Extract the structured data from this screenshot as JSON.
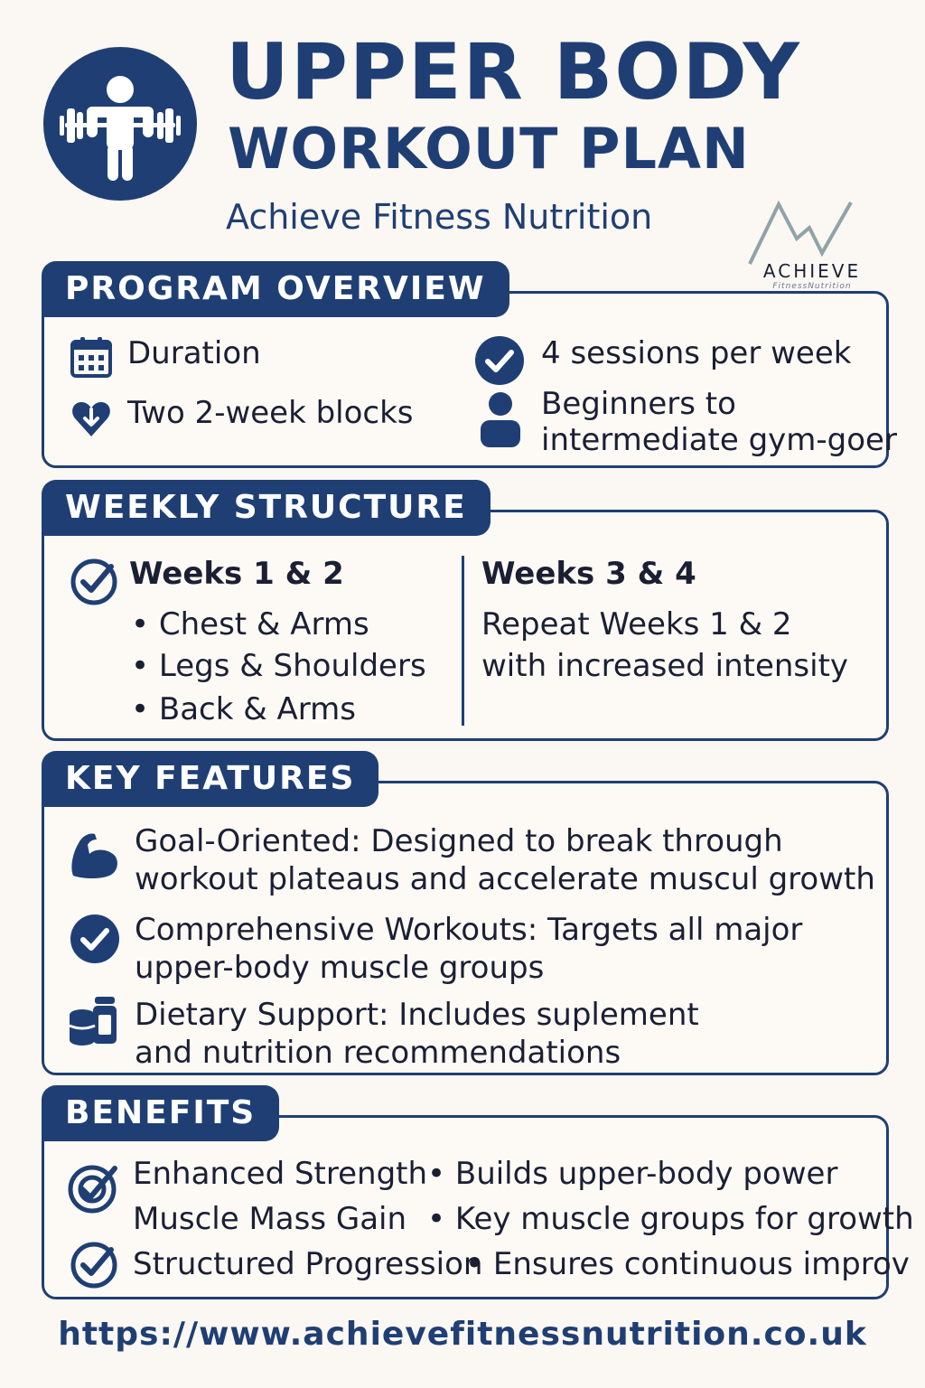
{
  "header": {
    "title_line1": "UPPER BODY",
    "title_line2": "WORKOUT PLAN",
    "subtitle": "Achieve Fitness Nutrition",
    "brand_name": "ACHIEVE",
    "brand_tagline": "FitnessNutrition"
  },
  "overview": {
    "heading": "PROGRAM OVERVIEW",
    "duration_label": "Duration",
    "duration_value": "Two 2-week blocks",
    "sessions": "4 sessions per week",
    "audience_line1": "Beginners to",
    "audience_line2": "intermediate gym-goer"
  },
  "weekly": {
    "heading": "WEEKLY STRUCTURE",
    "block1_title": "Weeks 1 & 2",
    "block1_items": [
      "• Chest & Arms",
      "• Legs & Shoulders",
      "• Back & Arms"
    ],
    "block2_title": "Weeks 3 & 4",
    "block2_line1": "Repeat Weeks 1 & 2",
    "block2_line2": "with increased intensity"
  },
  "features": {
    "heading": "KEY FEATURES",
    "items": [
      {
        "line1": "Goal-Oriented: Designed to break through",
        "line2": "workout plateaus and accelerate muscul growth"
      },
      {
        "line1": "Comprehensive Workouts: Targets all major",
        "line2": "upper-body muscle groups"
      },
      {
        "line1": "Dietary Support: Includes suplement",
        "line2": "and nutrition recommendations"
      }
    ]
  },
  "benefits": {
    "heading": "BENEFITS",
    "rows": [
      {
        "name": "Enhanced Strength",
        "detail": "• Builds upper-body power"
      },
      {
        "name": "Muscle Mass Gain",
        "detail": "• Key muscle groups for growth"
      },
      {
        "name": "Structured Progression",
        "detail": "• Ensures continuous improv"
      }
    ]
  },
  "footer": {
    "url": "https://www.achievefitnessnutrition.co.uk"
  },
  "colors": {
    "navy": "#1f3f74",
    "background": "#fbf7f2",
    "logo_mountain": "#8fa3a8"
  }
}
